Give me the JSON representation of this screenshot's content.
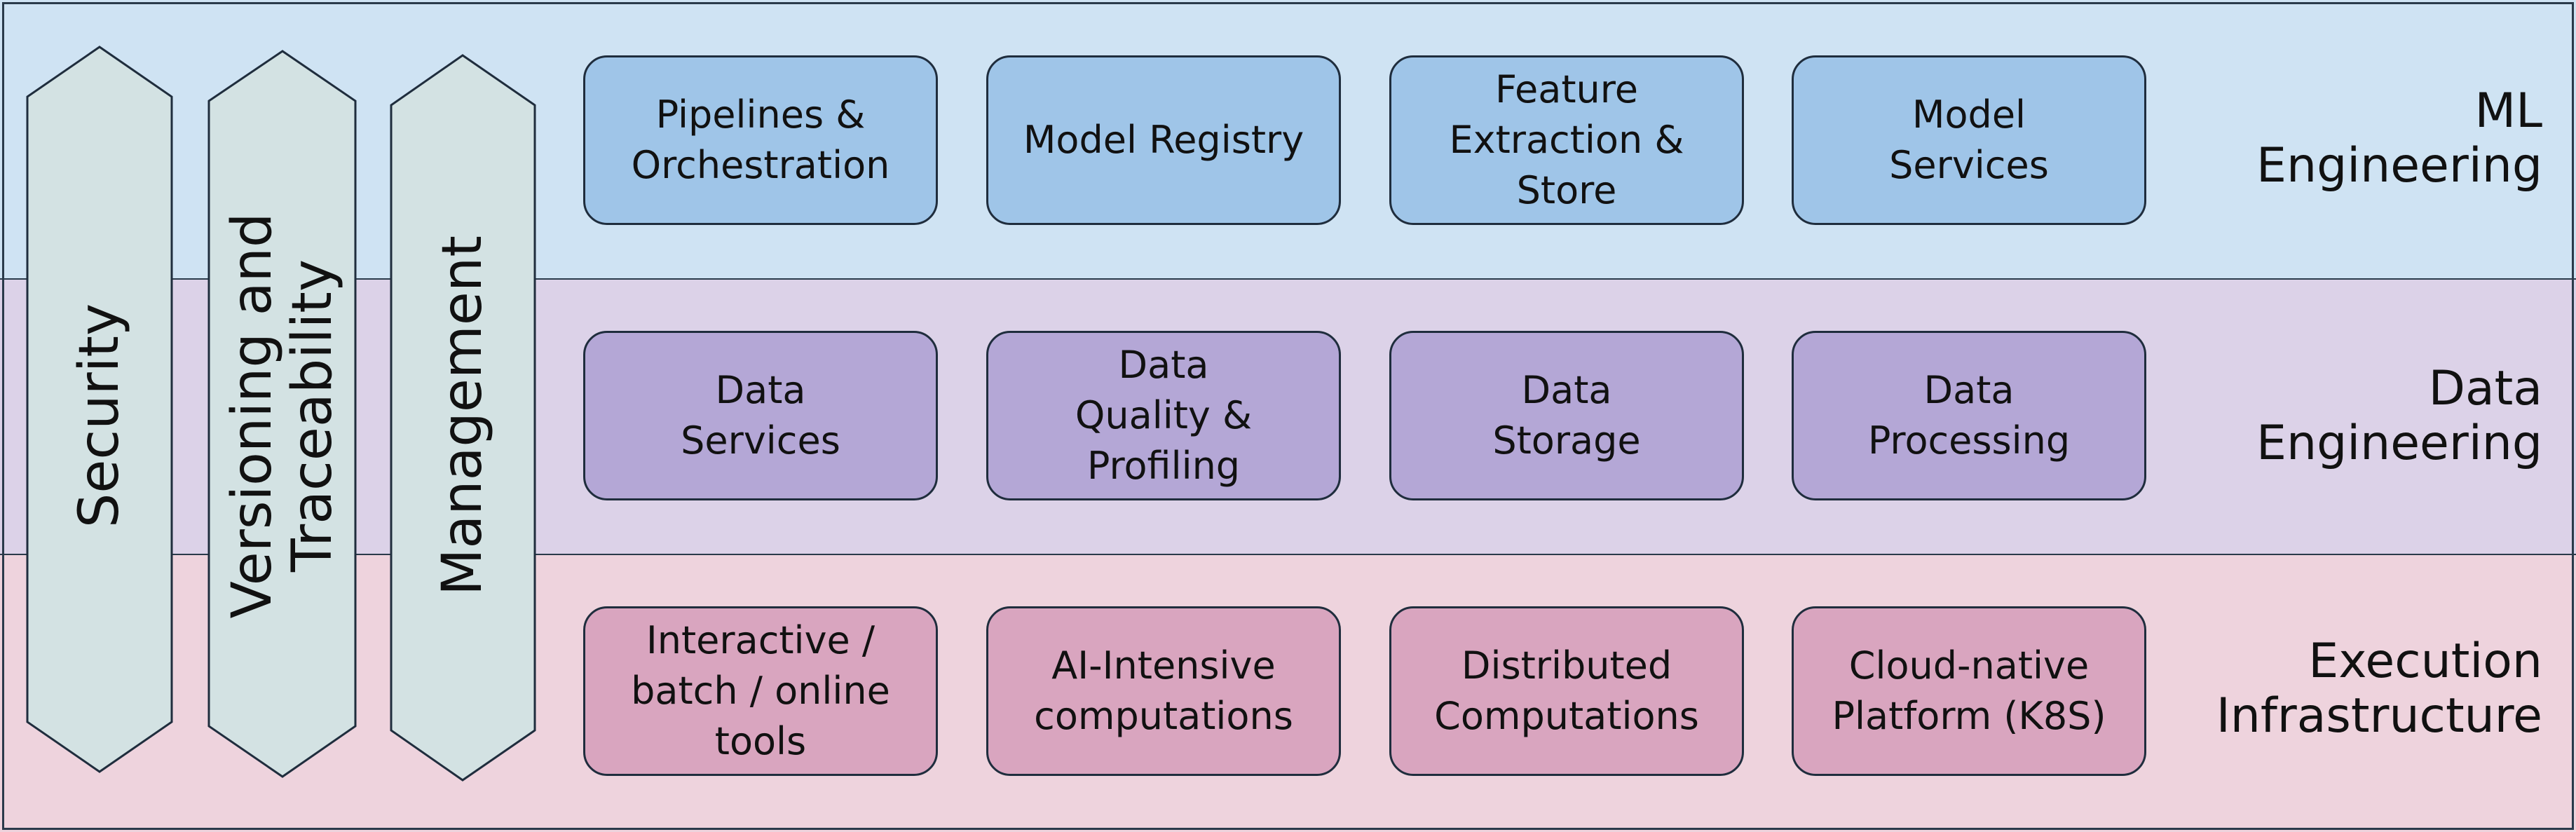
{
  "layers": [
    {
      "label": "ML\nEngineering",
      "boxes": [
        "Pipelines &\nOrchestration",
        "Model Registry",
        "Feature\nExtraction &\nStore",
        "Model\nServices"
      ]
    },
    {
      "label": "Data\nEngineering",
      "boxes": [
        "Data\nServices",
        "Data\nQuality &\nProfiling",
        "Data\nStorage",
        "Data\nProcessing"
      ]
    },
    {
      "label": "Execution\nInfrastructure",
      "boxes": [
        "Interactive /\nbatch / online\ntools",
        "AI-Intensive\ncomputations",
        "Distributed\nComputations",
        "Cloud-native\nPlatform (K8S)"
      ]
    }
  ],
  "pillars": [
    "Security",
    "Versioning and\nTraceability",
    "Management"
  ],
  "colors": {
    "ml_band": "#cfe3f3",
    "data_band": "#dcd2e8",
    "exec_band": "#eed3dd",
    "ml_box": "#9fc5e8",
    "data_box": "#b4a7d6",
    "exec_box": "#d9a5bf",
    "pillar": "#d3e2e3"
  }
}
